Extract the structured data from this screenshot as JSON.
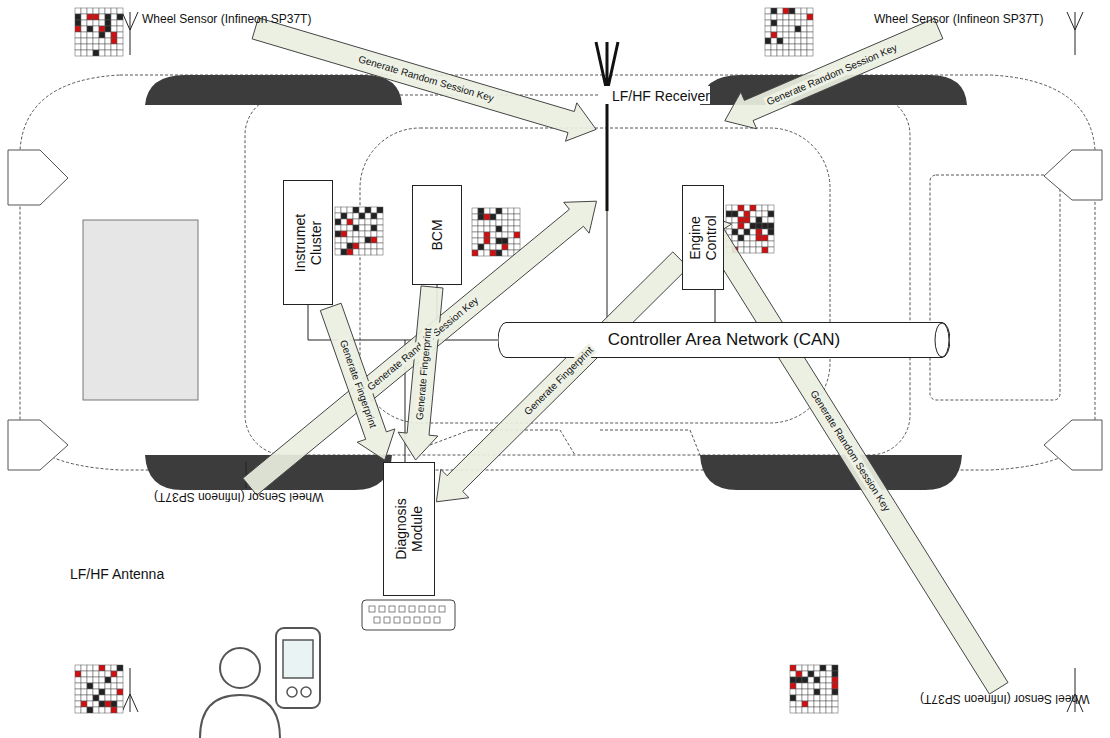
{
  "diagram": {
    "nodes": [
      {
        "text": [
          "Wheel Sensor (Infineon SP37T)"
        ]
      },
      {
        "text": [
          "Wheel Sensor (Infineon SP37T)"
        ]
      },
      {
        "text": [
          "LF/HF Receiver"
        ]
      },
      {
        "text": [
          "Instrumet Cluster"
        ]
      },
      {
        "text": [
          "BCM"
        ]
      },
      {
        "text": [
          "Engine Control"
        ]
      },
      {
        "text": [
          "Controller Area Network (CAN)"
        ]
      },
      {
        "text": [
          "Diagnosis Module"
        ]
      },
      {
        "text": [
          "Wheel Sensor (Infineon SP37T)"
        ]
      },
      {
        "text": [
          "Wheel Sensor (Infineon SP37T)"
        ]
      }
    ],
    "edges": [
      {
        "from": 0,
        "to": 2,
        "arrow": "to",
        "label": "Generate Random Session Key"
      },
      {
        "from": 1,
        "to": 2,
        "arrow": "to",
        "label": "Generate Random Session Key"
      },
      {
        "from": 8,
        "to": 2,
        "arrow": "to",
        "label": "Generate Random Session Key"
      },
      {
        "from": 9,
        "to": 2,
        "arrow": "to",
        "label": "Generate Random Session Key"
      },
      {
        "from": 3,
        "to": 7,
        "arrow": "to",
        "label": "Generate Fingerprint"
      },
      {
        "from": 4,
        "to": 7,
        "arrow": "to",
        "label": "Generate Fingerprint"
      },
      {
        "from": 5,
        "to": 7,
        "arrow": "to",
        "label": "Generate Fingerprint"
      }
    ],
    "labels": [
      "LF/HF Antenna"
    ]
  }
}
